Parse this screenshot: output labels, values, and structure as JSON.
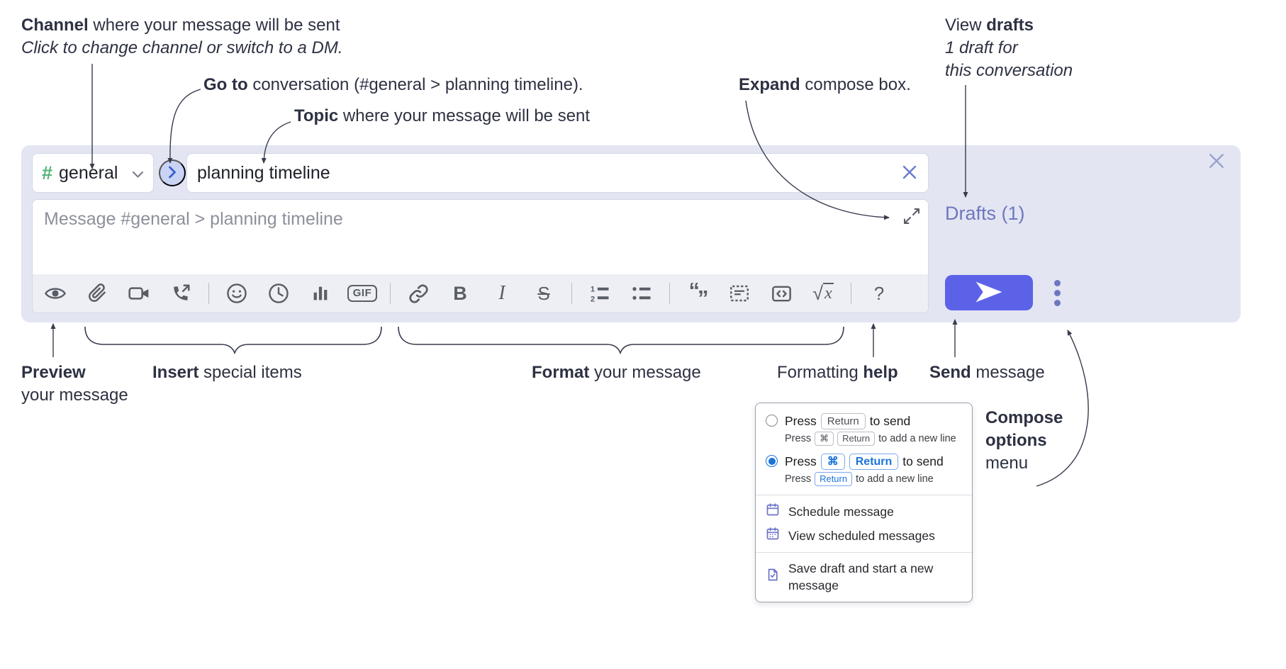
{
  "annotations": {
    "channel": {
      "bold": "Channel",
      "rest": " where your message will be sent",
      "italic": "Click to change channel or switch to a DM."
    },
    "goto": {
      "bold": "Go to",
      "rest": " conversation (#general > planning timeline)."
    },
    "topic": {
      "bold": "Topic",
      "rest": " where your message will be sent"
    },
    "expand": {
      "bold": "Expand",
      "rest": " compose box."
    },
    "drafts": {
      "pre": "View ",
      "bold": "drafts",
      "line2": "1 draft for",
      "line3": "this conversation"
    },
    "preview": {
      "bold": "Preview",
      "line2": "your message"
    },
    "insert": {
      "bold": "Insert",
      "rest": " special items"
    },
    "format": {
      "bold": "Format",
      "rest": " your message"
    },
    "help": {
      "pre": "Formatting ",
      "bold": "help"
    },
    "send": {
      "bold": "Send",
      "rest": " message"
    },
    "compose_options": {
      "line1": "Compose",
      "line2": "options",
      "line3": "menu"
    }
  },
  "compose": {
    "channel_select": {
      "hash": "#",
      "label": "general"
    },
    "topic_input": {
      "value": "planning timeline"
    },
    "message_input": {
      "placeholder": "Message #general > planning timeline"
    },
    "drafts_link": "Drafts (1)",
    "toolbar": {
      "gif": "GIF",
      "bold": "B",
      "italic": "I",
      "strike": "S",
      "quote_open": "“",
      "quote_close": "”",
      "math_sqrt": "√",
      "math_x": "x",
      "help": "?"
    },
    "toolbar_icon_names": [
      "preview-eye",
      "attach-paperclip",
      "start-video-call",
      "start-voice-call",
      "emoji",
      "add-global-time",
      "add-poll",
      "add-gif",
      "link",
      "bold",
      "italic",
      "strikethrough",
      "numbered-list",
      "bulleted-list",
      "quote",
      "spoiler",
      "code",
      "math-latex",
      "formatting-help"
    ]
  },
  "popup": {
    "options": [
      {
        "selected": false,
        "main_pre": "Press",
        "main_keys": [
          "Return"
        ],
        "main_post": "to send",
        "sub_pre": "Press",
        "sub_keys": [
          "⌘",
          "Return"
        ],
        "sub_post": "to add a new line"
      },
      {
        "selected": true,
        "main_pre": "Press",
        "main_keys": [
          "⌘",
          "Return"
        ],
        "main_post": "to send",
        "sub_pre": "Press",
        "sub_keys": [
          "Return"
        ],
        "sub_post": "to add a new line"
      }
    ],
    "menu_items": [
      "Schedule message",
      "View scheduled messages",
      "Save draft and start a new message"
    ]
  },
  "colors": {
    "compose_bg": "#e3e5f2",
    "send_button": "#5c62e8",
    "drafts_link": "#6d78be",
    "channel_hash_green": "#52b575",
    "kbd_blue": "#1a73d8",
    "annotation_text": "#2d3142",
    "toolbar_icon": "#595d66",
    "goto_circle_bg": "#c9d3f4"
  }
}
